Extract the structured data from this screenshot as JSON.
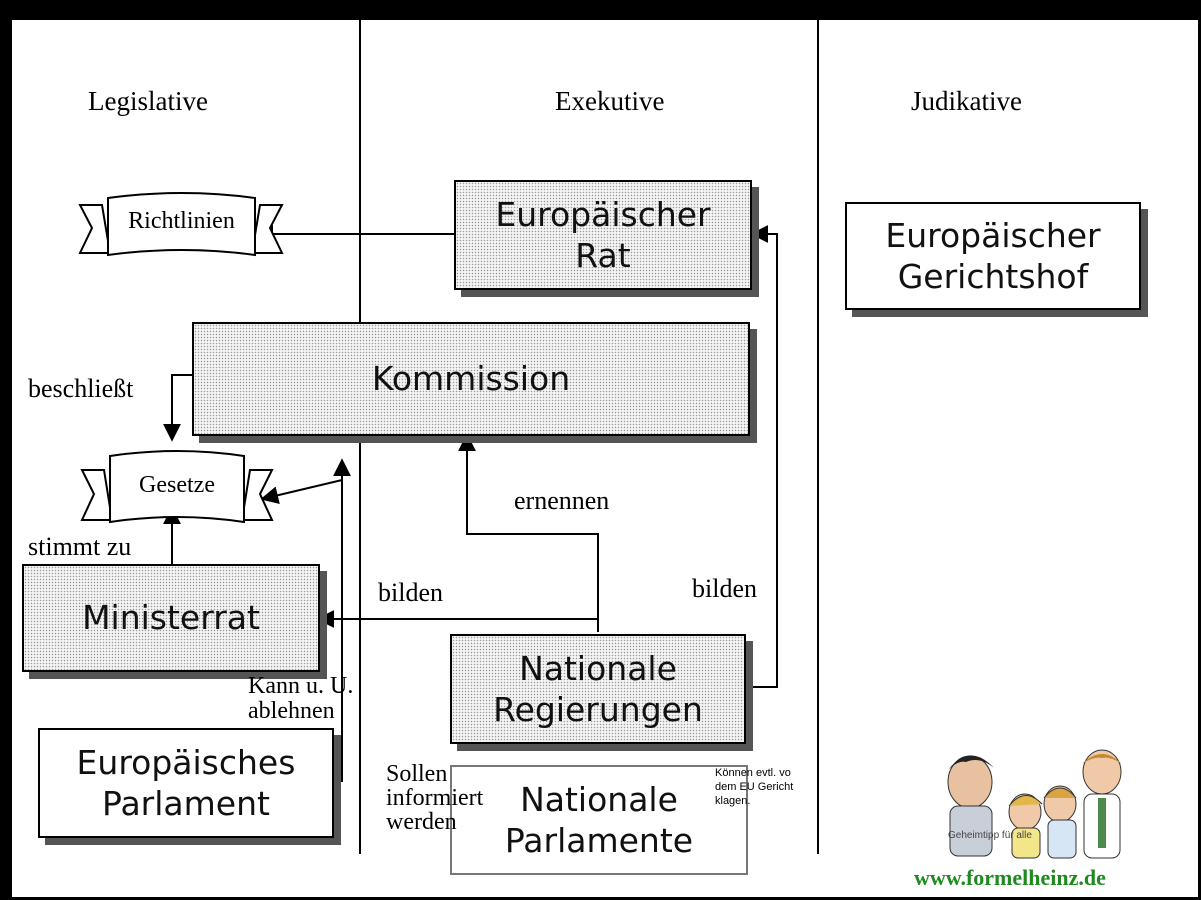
{
  "columns": {
    "legislative": "Legislative",
    "executive": "Exekutive",
    "judicative": "Judikative"
  },
  "nodes": {
    "europaeischer_rat": "Europäischer\nRat",
    "gerichtshof": "Europäischer\nGerichtshof",
    "kommission": "Kommission",
    "ministerrat": "Ministerrat",
    "nationale_regierungen": "Nationale\nRegierungen",
    "europaeisches_parlament": "Europäisches\nParlament",
    "nationale_parlamente": "Nationale\nParlamente"
  },
  "banners": {
    "richtlinien": "Richtlinien",
    "gesetze": "Gesetze"
  },
  "labels": {
    "beschliesst": "beschließt",
    "stimmt_zu": "stimmt zu",
    "bilden_left": "bilden",
    "ernennen": "ernennen",
    "bilden_right": "bilden",
    "kann_ablehnen": "Kann u. U.\nablehnen",
    "sollen_informiert": "Sollen\ninformiert\nwerden",
    "koennen_klagen": "Können evtl. vo\ndem EU Gericht\nklagen."
  },
  "footer": {
    "website": "www.formelheinz.de",
    "image_overlay_text": "Geheimtipp für alle"
  },
  "colors": {
    "background": "#ffffff",
    "frame": "#000000",
    "box_shadow": "#555555",
    "website": "#1f8a1f"
  }
}
